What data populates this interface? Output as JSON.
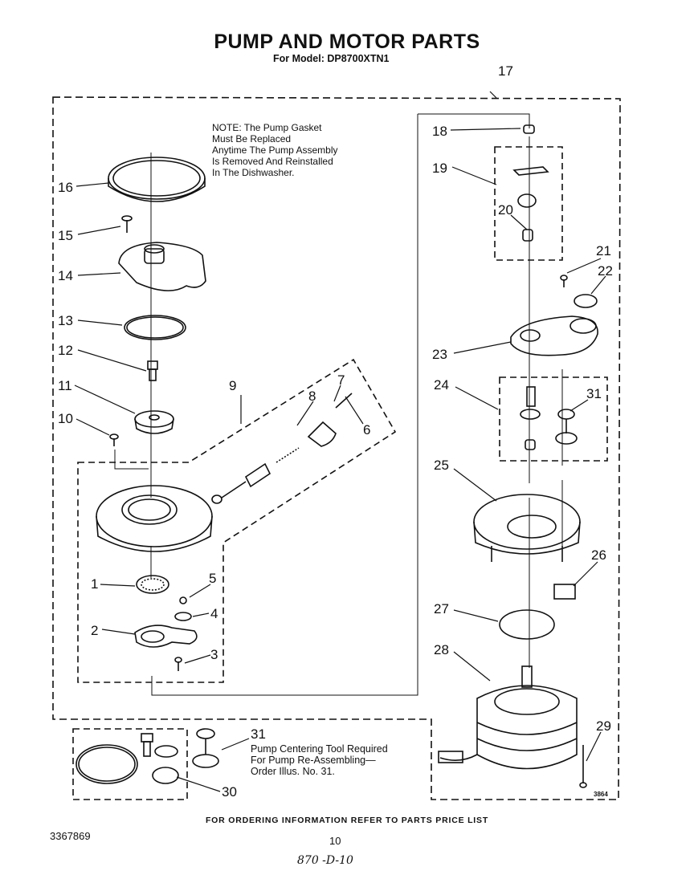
{
  "header": {
    "title": "PUMP AND MOTOR PARTS",
    "subtitle": "For Model: DP8700XTN1"
  },
  "note": "NOTE: The Pump Gasket\nMust Be Replaced\nAnytime The Pump Assembly\nIs Removed And Reinstalled\nIn The Dishwasher.",
  "tool_note": "Pump Centering Tool Required\nFor Pump Re-Assembling—\nOrder Illus. No. 31.",
  "footer": {
    "ordering": "FOR ORDERING INFORMATION REFER TO PARTS PRICE LIST",
    "doc_number": "3367869",
    "page_number": "10",
    "handwritten": "870 -D-10",
    "figure_number": "3864"
  },
  "callouts": {
    "c1": "1",
    "c2": "2",
    "c3": "3",
    "c4": "4",
    "c5": "5",
    "c6": "6",
    "c7": "7",
    "c8": "8",
    "c9": "9",
    "c10": "10",
    "c11": "11",
    "c12": "12",
    "c13": "13",
    "c14": "14",
    "c15": "15",
    "c16": "16",
    "c17": "17",
    "c18": "18",
    "c19": "19",
    "c20": "20",
    "c21": "21",
    "c22": "22",
    "c23": "23",
    "c24": "24",
    "c25": "25",
    "c26": "26",
    "c27": "27",
    "c28": "28",
    "c29": "29",
    "c30": "30",
    "c31a": "31",
    "c31b": "31"
  }
}
